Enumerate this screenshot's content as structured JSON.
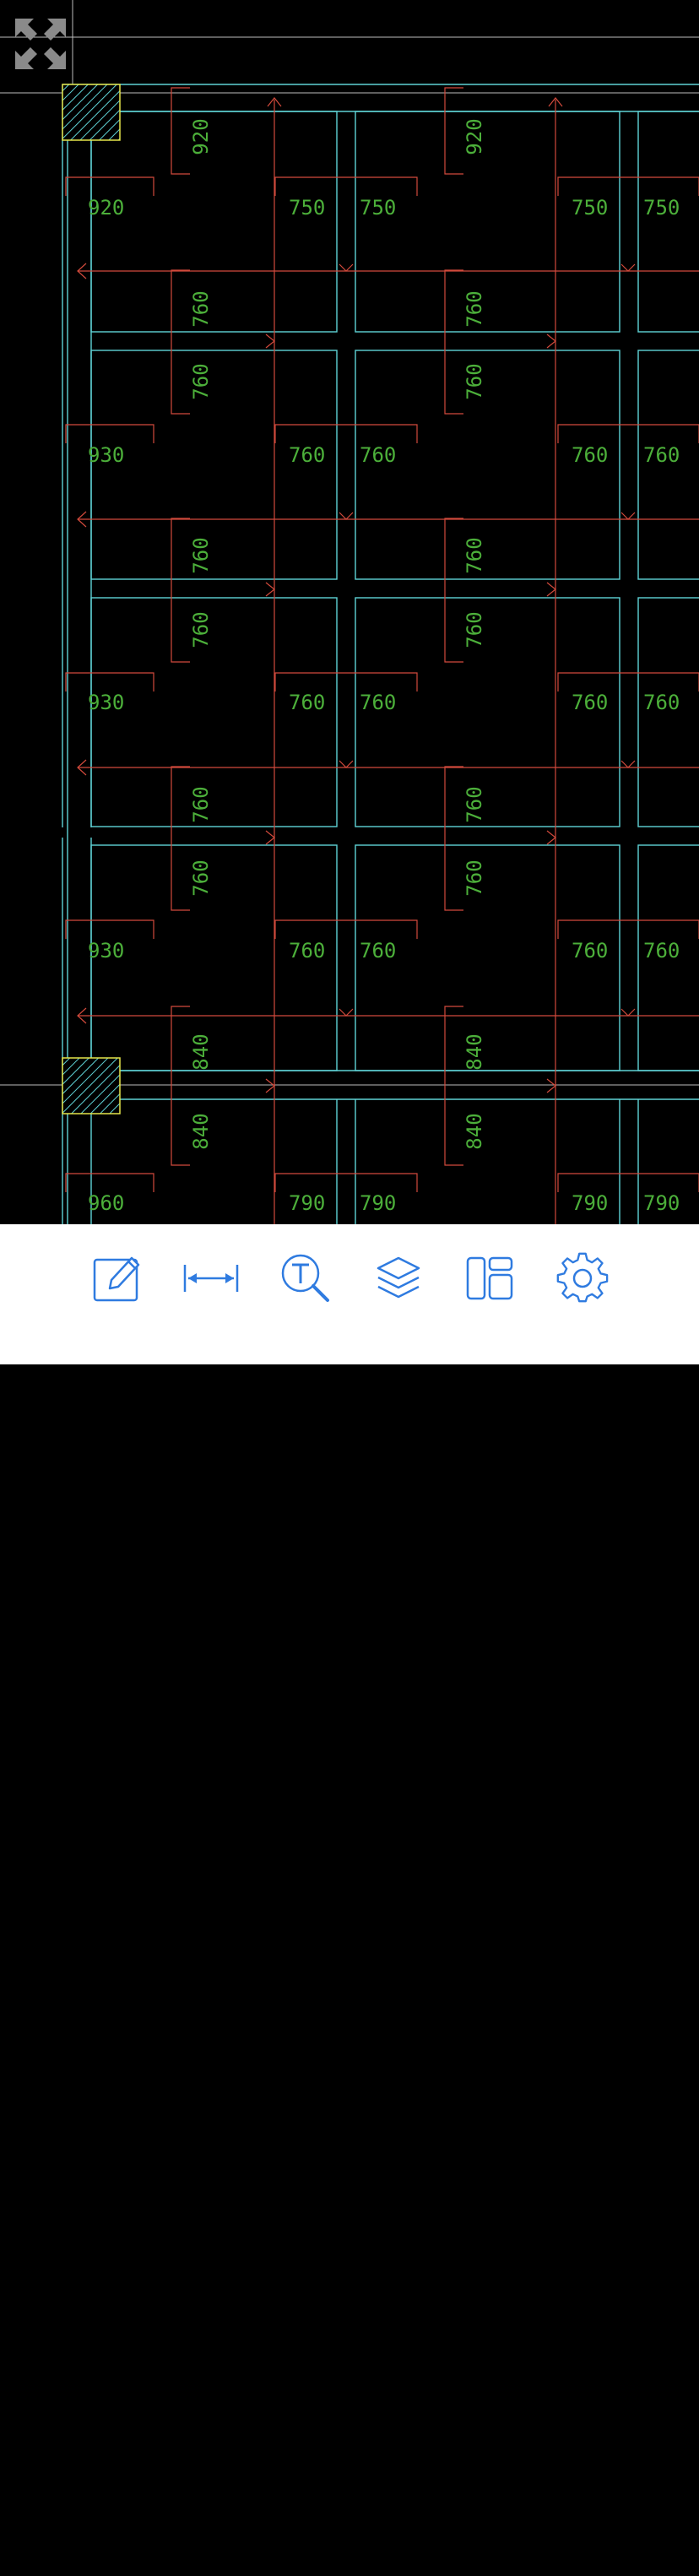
{
  "app": {
    "accent_color": "#2f7be0",
    "drawing_background": "#000000"
  },
  "viewport_controls": {
    "expand_icon": "expand-arrows-icon"
  },
  "drawing": {
    "colors": {
      "wall": "#5fd3d6",
      "guide": "#d24a3c",
      "dimension_text": "#4caf3a",
      "column_hatch": "#e6e64a"
    },
    "dimension_labels": {
      "row1": [
        "920",
        "750",
        "750",
        "750",
        "750"
      ],
      "row1_vertical": [
        "920",
        "920"
      ],
      "row2_vertical_top": [
        "760",
        "760"
      ],
      "row2_vertical_bottom": [
        "760",
        "760"
      ],
      "row2": [
        "930",
        "760",
        "760",
        "760",
        "760"
      ],
      "row3_vertical_top": [
        "760",
        "760"
      ],
      "row3_vertical_bottom": [
        "760",
        "760"
      ],
      "row3": [
        "930",
        "760",
        "760",
        "760",
        "760"
      ],
      "row4_vertical_top": [
        "760",
        "760"
      ],
      "row4_vertical_bottom": [
        "760",
        "760"
      ],
      "row4": [
        "930",
        "760",
        "760",
        "760",
        "760"
      ],
      "row5_vertical_top": [
        "840",
        "840"
      ],
      "row5_vertical_bottom": [
        "840",
        "840"
      ],
      "row5": [
        "960",
        "790",
        "790",
        "790",
        "790"
      ]
    }
  },
  "toolbar": {
    "items": [
      {
        "icon": "edit-pencil-icon"
      },
      {
        "icon": "measure-distance-icon"
      },
      {
        "icon": "text-search-icon"
      },
      {
        "icon": "layers-icon"
      },
      {
        "icon": "layout-panels-icon"
      },
      {
        "icon": "settings-gear-icon"
      }
    ]
  }
}
